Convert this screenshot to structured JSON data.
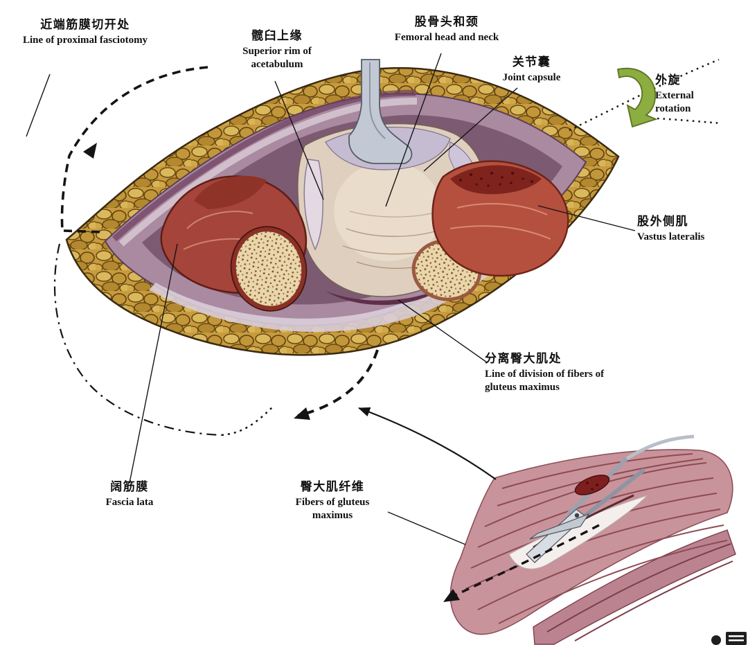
{
  "labels": {
    "proximal_fasciotomy": {
      "zh": "近端筋膜切开处",
      "en": "Line of proximal fasciotomy"
    },
    "superior_rim_acetabulum": {
      "zh": "髋臼上缘",
      "en": "Superior rim of acetabulum"
    },
    "femoral_head_neck": {
      "zh": "股骨头和颈",
      "en": "Femoral head and neck"
    },
    "joint_capsule": {
      "zh": "关节囊",
      "en": "Joint capsule"
    },
    "external_rotation": {
      "zh": "外旋",
      "en": "External rotation"
    },
    "vastus_lateralis": {
      "zh": "股外侧肌",
      "en": "Vastus lateralis"
    },
    "gluteus_division": {
      "zh": "分离臀大肌处",
      "en": "Line of division of fibers of gluteus maximus"
    },
    "fascia_lata": {
      "zh": "阔筋膜",
      "en": "Fascia lata"
    },
    "gluteus_fibers": {
      "zh": "臀大肌纤维",
      "en": "Fibers of gluteus maximus"
    }
  },
  "palette": {
    "background": "#ffffff",
    "fat_yellow": "#c79b3e",
    "muscle_red": "#a5443a",
    "vastus_red": "#b5503f",
    "bone_tan": "#e9d6ab",
    "capsule_lavender": "#c6bcd2",
    "lining_mauve": "#a98aa0",
    "rotation_arrow_green": "#8cad3f",
    "line_black": "#141414"
  }
}
